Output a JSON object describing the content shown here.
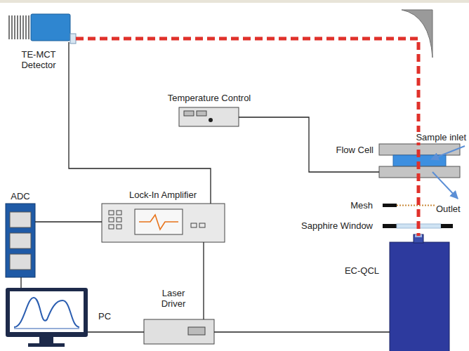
{
  "diagram": {
    "nodes": [
      {
        "text": [
          "TE-MCT Detector"
        ]
      },
      {
        "text": [
          "Temperature Control"
        ]
      },
      {
        "text": [
          "Flow Cell"
        ]
      },
      {
        "text": [
          "ADC"
        ]
      },
      {
        "text": [
          "Lock-In Amplifier"
        ]
      },
      {
        "text": [
          "EC-QCL"
        ]
      },
      {
        "text": [
          "PC"
        ]
      },
      {
        "text": [
          "Laser Driver"
        ]
      }
    ],
    "edges": [
      {
        "from": 0,
        "to": 4,
        "arrow": "none"
      },
      {
        "from": 1,
        "to": 2,
        "arrow": "none"
      },
      {
        "from": 3,
        "to": 4,
        "arrow": "none"
      },
      {
        "from": 3,
        "to": 6,
        "arrow": "none"
      },
      {
        "from": 4,
        "to": 7,
        "arrow": "none"
      },
      {
        "from": 6,
        "to": 7,
        "arrow": "none"
      },
      {
        "from": 7,
        "to": 5,
        "arrow": "none"
      }
    ],
    "labels": [
      "Sample inlet",
      "Outlet",
      "Mesh",
      "Sapphire Window"
    ]
  }
}
